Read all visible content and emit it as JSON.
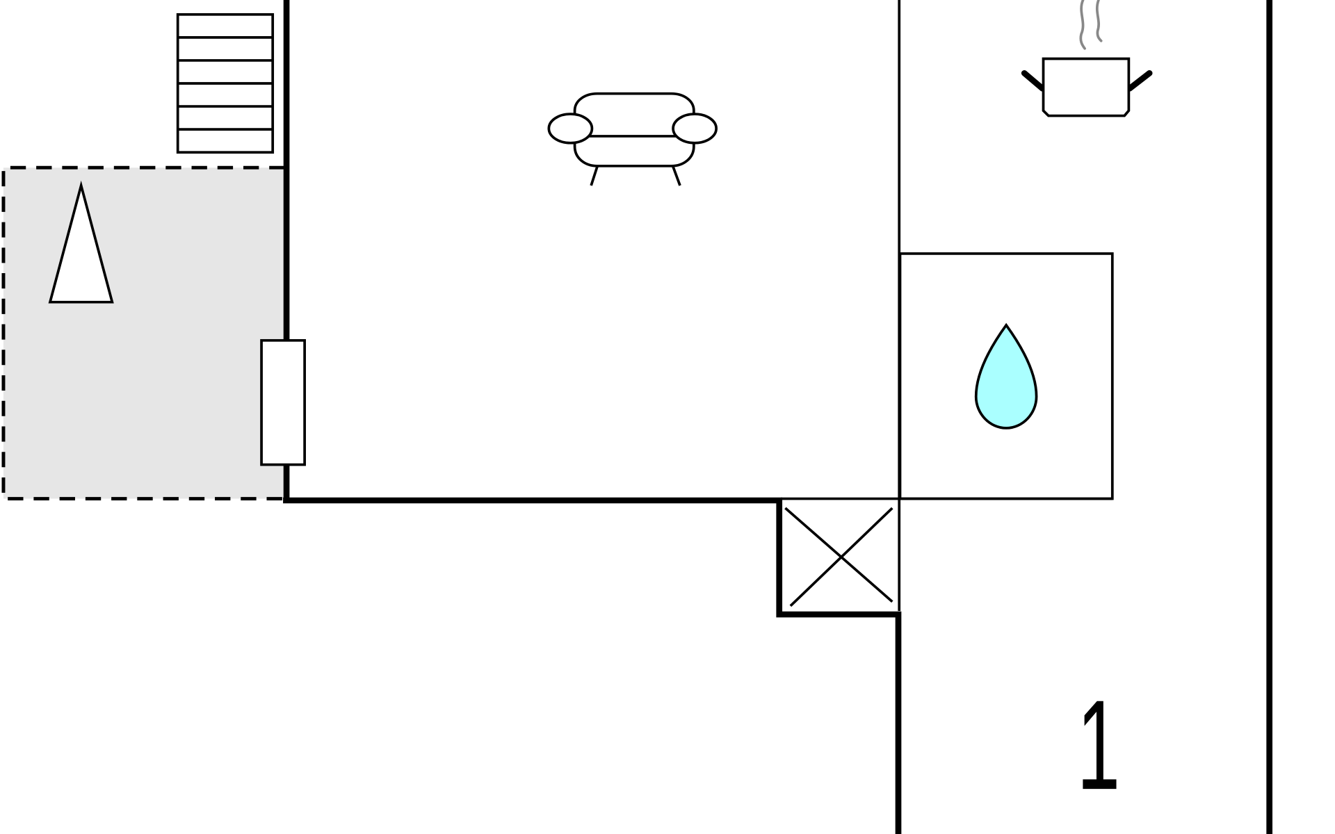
{
  "floor": {
    "label": "1"
  },
  "colors": {
    "wall": "#000000",
    "terrace_fill": "#e6e6e6",
    "water_drop_fill": "#aaffff",
    "steam": "#888888",
    "background": "#ffffff"
  },
  "icons": {
    "stairs": "stairs-icon",
    "sofa": "sofa-icon",
    "cooking_pot": "cooking-pot-icon",
    "water_drop": "water-drop-icon",
    "parasol": "parasol-icon",
    "void": "void-cross-icon"
  },
  "areas": {
    "terrace": "covered-terrace",
    "living": "living-room",
    "kitchen": "kitchen",
    "bathroom": "bathroom"
  }
}
